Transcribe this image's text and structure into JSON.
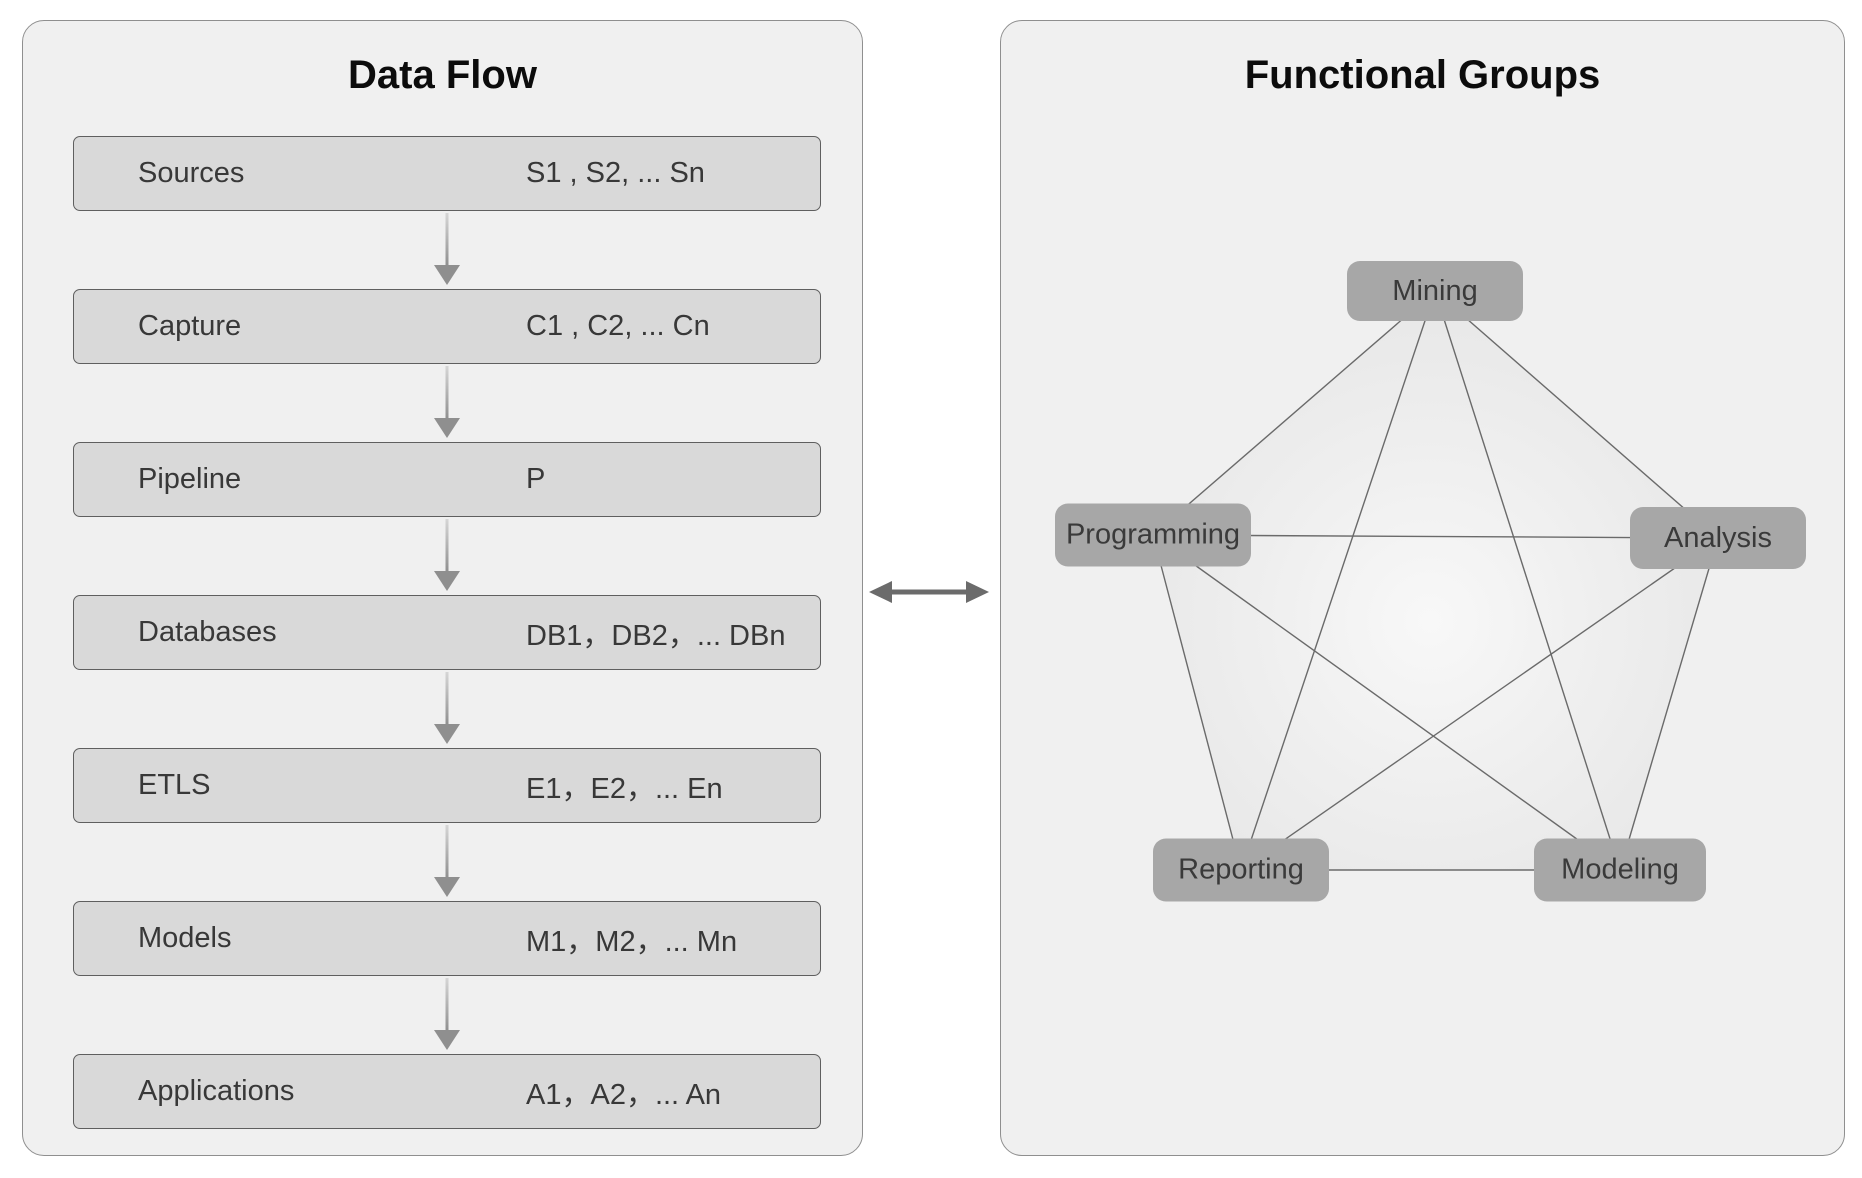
{
  "colors": {
    "page_bg": "#ffffff",
    "panel_bg": "#f0f0f0",
    "panel_border": "#8f8f8f",
    "row_bg": "#d9d9d9",
    "row_border": "#5f5f5f",
    "node_bg": "#a7a7a7",
    "edge_line": "#6a6a6a",
    "flow_arrow": "#8f8f8f",
    "connector": "#6b6b6b"
  },
  "data_flow": {
    "title": "Data Flow",
    "stages": [
      {
        "label": "Sources",
        "items": "S1 , S2, ... Sn"
      },
      {
        "label": "Capture",
        "items": "C1 , C2, ... Cn"
      },
      {
        "label": "Pipeline",
        "items": "P"
      },
      {
        "label": "Databases",
        "items": "DB1，DB2，... DBn"
      },
      {
        "label": "ETLS",
        "items": "E1，E2，... En"
      },
      {
        "label": "Models",
        "items": "M1，M2，... Mn"
      },
      {
        "label": "Applications",
        "items": "A1，A2，... An"
      }
    ]
  },
  "functional_groups": {
    "title": "Functional Groups",
    "nodes": [
      {
        "id": "mining",
        "label": "Mining"
      },
      {
        "id": "programming",
        "label": "Programming"
      },
      {
        "id": "analysis",
        "label": "Analysis"
      },
      {
        "id": "reporting",
        "label": "Reporting"
      },
      {
        "id": "modeling",
        "label": "Modeling"
      }
    ],
    "edges": [
      [
        "mining",
        "programming"
      ],
      [
        "mining",
        "analysis"
      ],
      [
        "mining",
        "reporting"
      ],
      [
        "mining",
        "modeling"
      ],
      [
        "programming",
        "analysis"
      ],
      [
        "programming",
        "reporting"
      ],
      [
        "programming",
        "modeling"
      ],
      [
        "analysis",
        "reporting"
      ],
      [
        "analysis",
        "modeling"
      ],
      [
        "reporting",
        "modeling"
      ]
    ]
  }
}
